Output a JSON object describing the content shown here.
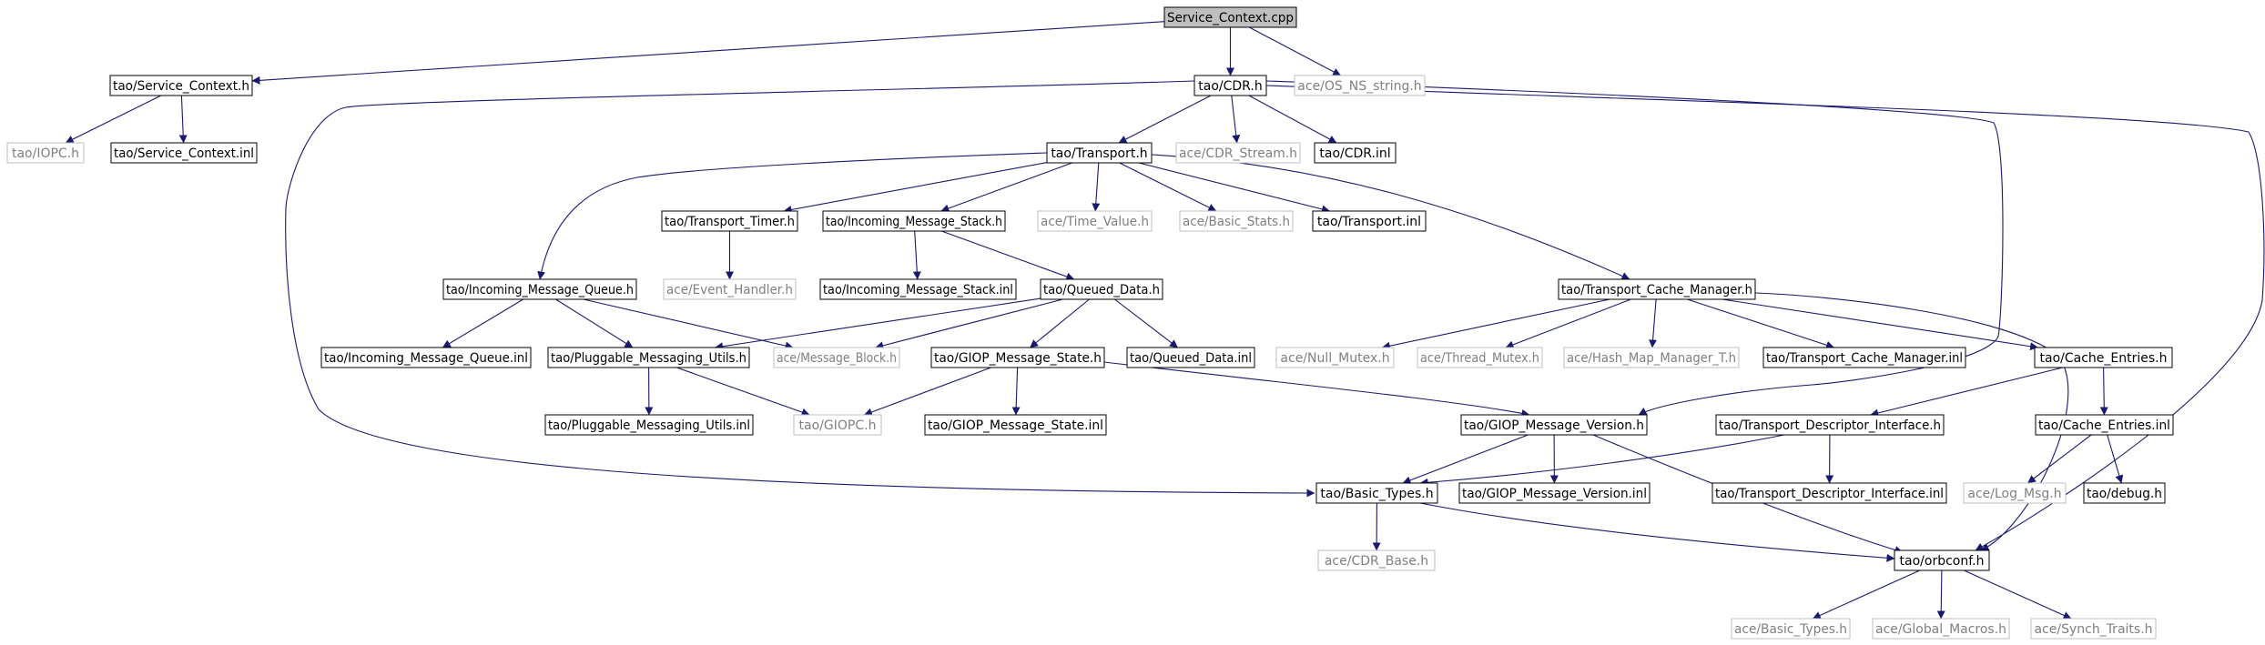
{
  "diagram": {
    "colors": {
      "edge": "#191970",
      "box_border": "#000000",
      "box_border_external": "#bfbfbf",
      "root_fill": "#bfbfbf",
      "box_fill": "#ffffff",
      "text": "#000000",
      "text_external": "#7f7f7f"
    },
    "nodes": [
      {
        "id": "root",
        "label": "Service_Context.cpp",
        "kind": "root"
      },
      {
        "id": "svc_h",
        "label": "tao/Service_Context.h",
        "kind": "normal"
      },
      {
        "id": "cdr_h",
        "label": "tao/CDR.h",
        "kind": "normal"
      },
      {
        "id": "os_ns",
        "label": "ace/OS_NS_string.h",
        "kind": "external"
      },
      {
        "id": "iopc",
        "label": "tao/IOPC.h",
        "kind": "external"
      },
      {
        "id": "svc_inl",
        "label": "tao/Service_Context.inl",
        "kind": "normal"
      },
      {
        "id": "transport_h",
        "label": "tao/Transport.h",
        "kind": "normal"
      },
      {
        "id": "cdr_stream",
        "label": "ace/CDR_Stream.h",
        "kind": "external"
      },
      {
        "id": "cdr_inl",
        "label": "tao/CDR.inl",
        "kind": "normal"
      },
      {
        "id": "tt_h",
        "label": "tao/Transport_Timer.h",
        "kind": "normal"
      },
      {
        "id": "ims_h",
        "label": "tao/Incoming_Message_Stack.h",
        "kind": "normal"
      },
      {
        "id": "time_value",
        "label": "ace/Time_Value.h",
        "kind": "external"
      },
      {
        "id": "basic_stats",
        "label": "ace/Basic_Stats.h",
        "kind": "external"
      },
      {
        "id": "transport_inl",
        "label": "tao/Transport.inl",
        "kind": "normal"
      },
      {
        "id": "event_handler",
        "label": "ace/Event_Handler.h",
        "kind": "external"
      },
      {
        "id": "imq_h",
        "label": "tao/Incoming_Message_Queue.h",
        "kind": "normal"
      },
      {
        "id": "ims_inl",
        "label": "tao/Incoming_Message_Stack.inl",
        "kind": "normal"
      },
      {
        "id": "qd_h",
        "label": "tao/Queued_Data.h",
        "kind": "normal"
      },
      {
        "id": "tcm_h",
        "label": "tao/Transport_Cache_Manager.h",
        "kind": "normal"
      },
      {
        "id": "imq_inl",
        "label": "tao/Incoming_Message_Queue.inl",
        "kind": "normal"
      },
      {
        "id": "pmu_h",
        "label": "tao/Pluggable_Messaging_Utils.h",
        "kind": "normal"
      },
      {
        "id": "msg_block",
        "label": "ace/Message_Block.h",
        "kind": "external"
      },
      {
        "id": "gms_h",
        "label": "tao/GIOP_Message_State.h",
        "kind": "normal"
      },
      {
        "id": "qd_inl",
        "label": "tao/Queued_Data.inl",
        "kind": "normal"
      },
      {
        "id": "null_mutex",
        "label": "ace/Null_Mutex.h",
        "kind": "external"
      },
      {
        "id": "thread_mutex",
        "label": "ace/Thread_Mutex.h",
        "kind": "external"
      },
      {
        "id": "hash_map",
        "label": "ace/Hash_Map_Manager_T.h",
        "kind": "external"
      },
      {
        "id": "tcm_inl",
        "label": "tao/Transport_Cache_Manager.inl",
        "kind": "normal"
      },
      {
        "id": "ce_h",
        "label": "tao/Cache_Entries.h",
        "kind": "normal"
      },
      {
        "id": "pmu_inl",
        "label": "tao/Pluggable_Messaging_Utils.inl",
        "kind": "normal"
      },
      {
        "id": "giopc",
        "label": "tao/GIOPC.h",
        "kind": "external"
      },
      {
        "id": "gms_inl",
        "label": "tao/GIOP_Message_State.inl",
        "kind": "normal"
      },
      {
        "id": "gmv_h",
        "label": "tao/GIOP_Message_Version.h",
        "kind": "normal"
      },
      {
        "id": "tdi_h",
        "label": "tao/Transport_Descriptor_Interface.h",
        "kind": "normal"
      },
      {
        "id": "ce_inl",
        "label": "tao/Cache_Entries.inl",
        "kind": "normal"
      },
      {
        "id": "basic_types",
        "label": "tao/Basic_Types.h",
        "kind": "normal"
      },
      {
        "id": "gmv_inl",
        "label": "tao/GIOP_Message_Version.inl",
        "kind": "normal"
      },
      {
        "id": "tdi_inl",
        "label": "tao/Transport_Descriptor_Interface.inl",
        "kind": "normal"
      },
      {
        "id": "log_msg",
        "label": "ace/Log_Msg.h",
        "kind": "external"
      },
      {
        "id": "debug_h",
        "label": "tao/debug.h",
        "kind": "normal"
      },
      {
        "id": "cdr_base",
        "label": "ace/CDR_Base.h",
        "kind": "external"
      },
      {
        "id": "orbconf",
        "label": "tao/orbconf.h",
        "kind": "normal"
      },
      {
        "id": "ace_basic_types",
        "label": "ace/Basic_Types.h",
        "kind": "external"
      },
      {
        "id": "global_macros",
        "label": "ace/Global_Macros.h",
        "kind": "external"
      },
      {
        "id": "synch_traits",
        "label": "ace/Synch_Traits.h",
        "kind": "external"
      }
    ],
    "edges": [
      [
        "root",
        "svc_h"
      ],
      [
        "root",
        "cdr_h"
      ],
      [
        "root",
        "os_ns"
      ],
      [
        "svc_h",
        "iopc"
      ],
      [
        "svc_h",
        "svc_inl"
      ],
      [
        "cdr_h",
        "transport_h"
      ],
      [
        "cdr_h",
        "cdr_stream"
      ],
      [
        "cdr_h",
        "cdr_inl"
      ],
      [
        "cdr_h",
        "basic_types"
      ],
      [
        "cdr_h",
        "gmv_h"
      ],
      [
        "cdr_h",
        "orbconf"
      ],
      [
        "transport_h",
        "tt_h"
      ],
      [
        "transport_h",
        "ims_h"
      ],
      [
        "transport_h",
        "time_value"
      ],
      [
        "transport_h",
        "basic_stats"
      ],
      [
        "transport_h",
        "transport_inl"
      ],
      [
        "transport_h",
        "imq_h"
      ],
      [
        "transport_h",
        "tcm_h"
      ],
      [
        "tt_h",
        "event_handler"
      ],
      [
        "ims_h",
        "ims_inl"
      ],
      [
        "ims_h",
        "qd_h"
      ],
      [
        "imq_h",
        "imq_inl"
      ],
      [
        "imq_h",
        "pmu_h"
      ],
      [
        "imq_h",
        "msg_block"
      ],
      [
        "qd_h",
        "pmu_h"
      ],
      [
        "qd_h",
        "msg_block"
      ],
      [
        "qd_h",
        "gms_h"
      ],
      [
        "qd_h",
        "qd_inl"
      ],
      [
        "tcm_h",
        "null_mutex"
      ],
      [
        "tcm_h",
        "thread_mutex"
      ],
      [
        "tcm_h",
        "hash_map"
      ],
      [
        "tcm_h",
        "tcm_inl"
      ],
      [
        "tcm_h",
        "ce_h"
      ],
      [
        "tcm_h",
        "orbconf"
      ],
      [
        "pmu_h",
        "pmu_inl"
      ],
      [
        "pmu_h",
        "giopc"
      ],
      [
        "gms_h",
        "giopc"
      ],
      [
        "gms_h",
        "gms_inl"
      ],
      [
        "gms_h",
        "gmv_h"
      ],
      [
        "ce_h",
        "tdi_h"
      ],
      [
        "ce_h",
        "ce_inl"
      ],
      [
        "gmv_h",
        "basic_types"
      ],
      [
        "gmv_h",
        "gmv_inl"
      ],
      [
        "gmv_h",
        "orbconf"
      ],
      [
        "tdi_h",
        "basic_types"
      ],
      [
        "tdi_h",
        "tdi_inl"
      ],
      [
        "ce_inl",
        "log_msg"
      ],
      [
        "ce_inl",
        "debug_h"
      ],
      [
        "basic_types",
        "cdr_base"
      ],
      [
        "basic_types",
        "orbconf"
      ],
      [
        "orbconf",
        "ace_basic_types"
      ],
      [
        "orbconf",
        "global_macros"
      ],
      [
        "orbconf",
        "synch_traits"
      ]
    ]
  }
}
